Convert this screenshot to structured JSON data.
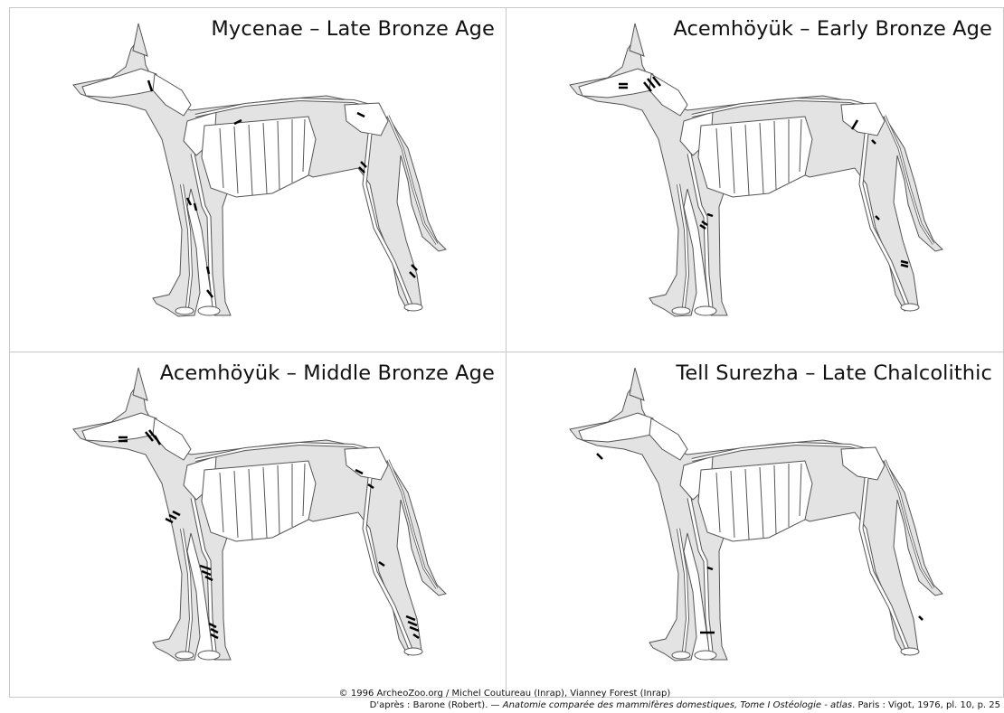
{
  "panels": [
    {
      "title": "Mycenae – Late Bronze Age"
    },
    {
      "title": "Acemhöyük  – Early Bronze Age"
    },
    {
      "title": "Acemhöyük  – Middle Bronze Age"
    },
    {
      "title": "Tell Surezha  – Late Chalcolithic"
    }
  ],
  "credits": {
    "line1": "© 1996 ArcheoZoo.org / Michel Coutureau (Inrap), Vianney Forest (Inrap)",
    "line2_prefix": "D'après : Barone (Robert). — ",
    "line2_title": "Anatomie comparée des mammifères domestiques, Tome I Ostéologie - atlas",
    "line2_suffix": ". Paris : Vigot, 1976, pl. 10, p. 25"
  },
  "colors": {
    "silhouette": "#e3e3e3",
    "bone_fill": "#ffffff",
    "outline": "#555555",
    "mark": "#000000"
  }
}
